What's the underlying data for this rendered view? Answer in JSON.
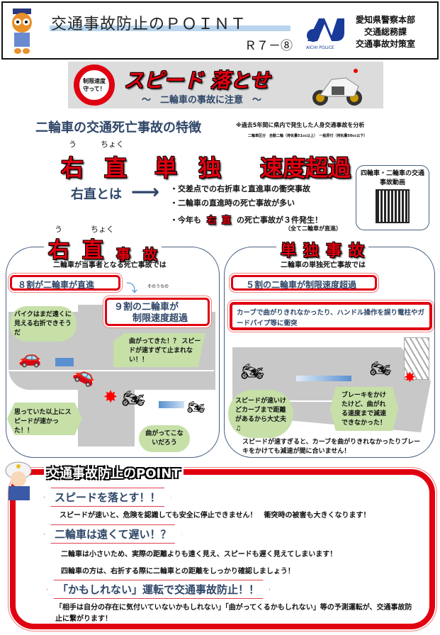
{
  "header": {
    "title": "交通事故防止のＰＯＩＮＴ",
    "issue": "Ｒ７－⑧",
    "logo_text": "AICHI POLICE",
    "org": [
      "愛知県警察本部",
      "交通総務課",
      "交通事故対策室"
    ]
  },
  "banner": {
    "sign": "制限速度守って！",
    "headline": "スピード 落とせ",
    "sub": "～　二輪車の事故に注意　～"
  },
  "features": {
    "title": "二輪車の交通死亡事故の特徴",
    "note": "※過去5年間に県内で発生した人身交通事故を分析",
    "note2": "二輪車区分　自動二輪（排気量51cc以上）　一般原付（排気量50cc以下）",
    "ruby_u": "う",
    "ruby_choku": "ちょく",
    "keywords": [
      "右",
      "直",
      "単",
      "独",
      "速度超過"
    ],
    "uchoku_label": "右直とは",
    "bullets": [
      "・交差点での右折車と直進車の衝突事故",
      "・二輪車の直進時の死亡事故が多い"
    ],
    "bullet3_pre": "・今年も",
    "bullet3_k1": "右",
    "bullet3_k2": "直",
    "bullet3_post": "の死亡事故が３件発生！",
    "bullet3_note": "（全て二輪車が直進）",
    "qr_label": "四輪車・二輪車の交通事故動画"
  },
  "left_panel": {
    "heading_a": "右",
    "heading_b": "直",
    "heading_c": "事",
    "heading_d": "故",
    "ruby_u": "う",
    "ruby_choku": "ちょく",
    "lead": "二輪車が当事者となる死亡事故では",
    "box1": "８割が二輪車が直進",
    "arrow_note": "そのうちの",
    "box2_l1": "９割の二輪車が",
    "box2_l2": "制限速度超過",
    "bubbles": [
      "バイクはまだ遠くに見える右折できそうだ",
      "曲がってきた！？ スピードが速すぎて止まれない！！",
      "思っていた以上にスピードが速かった！！",
      "曲がってこないだろう"
    ]
  },
  "right_panel": {
    "heading": [
      "単",
      "独",
      "事",
      "故"
    ],
    "lead": "二輪車の単独死亡事故では",
    "box1": "５割の二輪車が制限速度超過",
    "box2": "カーブで曲がりきれなかったり、ハンドル操作を誤り電柱やガードパイプ等に衝突",
    "bubbles": [
      "スピードが速いけどカーブまで距離があるから大丈夫♫",
      "ブレーキをかけたけど、曲がれる速度まで減速できなかった！"
    ],
    "footer": "スピードが速すぎると、カーブを曲がりきれなかったりブレーキをかけても減速が間に合いません！"
  },
  "point": {
    "title": "交通事故防止のPOINT",
    "items": [
      {
        "head": "スピードを落とす！！",
        "lines": [
          "スピードが速いと、危険を認識しても安全に停止できません！　衝突時の被害も大きくなります！"
        ]
      },
      {
        "head": "二輪車は遠くて遅い！？",
        "lines": [
          "二輪車は小さいため、実際の距離よりも遠く見え、スピードも遅く見えてしまいます！",
          "四輪車の方は、右折する際に二輪車との距離をしっかり確認しましょう！"
        ]
      },
      {
        "head": "「かもしれない」運転で交通事故防止！！",
        "lines": [
          "「相手は自分の存在に気付いていないかもしれない」「曲がってくるかもしれない」等の予測運転が、交通事故防止に繋がります！"
        ]
      }
    ]
  },
  "colors": {
    "red": "#e00010",
    "navy": "#2e4668",
    "green": "#c6e0a8"
  }
}
